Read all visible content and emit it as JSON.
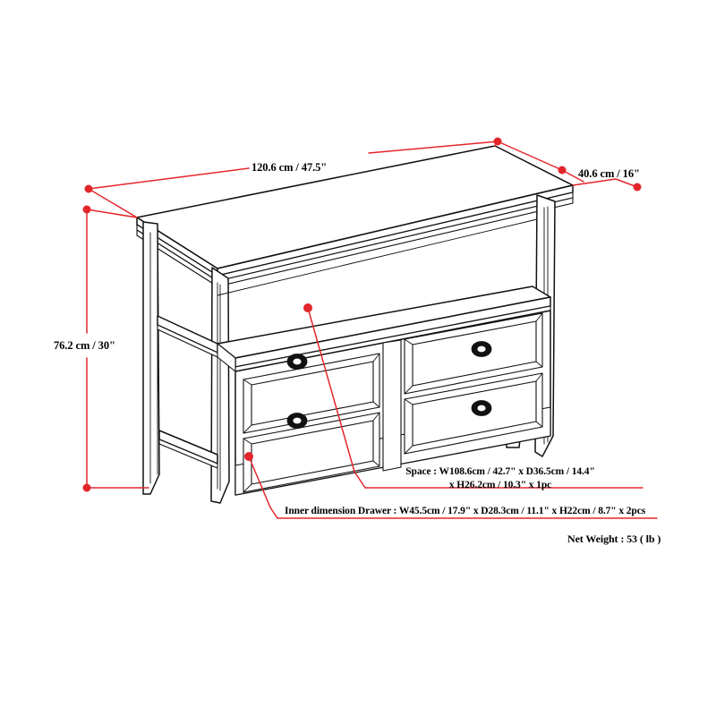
{
  "diagram": {
    "type": "furniture-dimension-drawing",
    "product": "console table with four drawers and open shelf",
    "view": "three-quarter perspective line drawing",
    "line_color": "#000000",
    "annotation_color": "#e3262b"
  },
  "dimensions": {
    "width": {
      "name": "width",
      "label": "120.6 cm / 47.5\"",
      "cm": "120.6",
      "inch": "47.5"
    },
    "depth": {
      "name": "depth",
      "label": "40.6 cm / 16\"",
      "cm": "40.6",
      "inch": "16"
    },
    "height": {
      "name": "height",
      "label": "76.2 cm / 30\"",
      "cm": "76.2",
      "inch": "30"
    }
  },
  "callouts": {
    "space": {
      "line1": "Space : W108.6cm / 42.7\" x D36.5cm / 14.4\"",
      "line2": "x H26.2cm / 10.3\" x 1pc"
    },
    "drawer": {
      "text": "Inner dimension Drawer : W45.5cm / 17.9\" x D28.3cm / 11.1\" x H22cm / 8.7\" x 2pcs"
    }
  },
  "weight": {
    "label": "Net Weight :  53 ( lb )",
    "value": "53",
    "unit": "lb"
  }
}
